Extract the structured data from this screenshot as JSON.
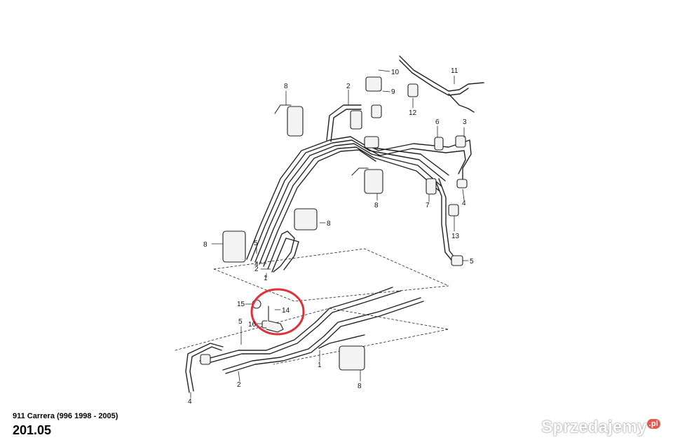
{
  "caption": {
    "model": "911 Carrera (996 1998 - 2005)",
    "page": "201.05"
  },
  "watermark": {
    "brand": "Sprzedajemy",
    "tld": ".pl"
  },
  "highlight_color": "#e0303a",
  "callouts": [
    "10",
    "11",
    "2",
    "9",
    "8",
    "12",
    "6",
    "3",
    "4",
    "7",
    "13",
    "5",
    "1",
    "15",
    "14",
    "16"
  ]
}
